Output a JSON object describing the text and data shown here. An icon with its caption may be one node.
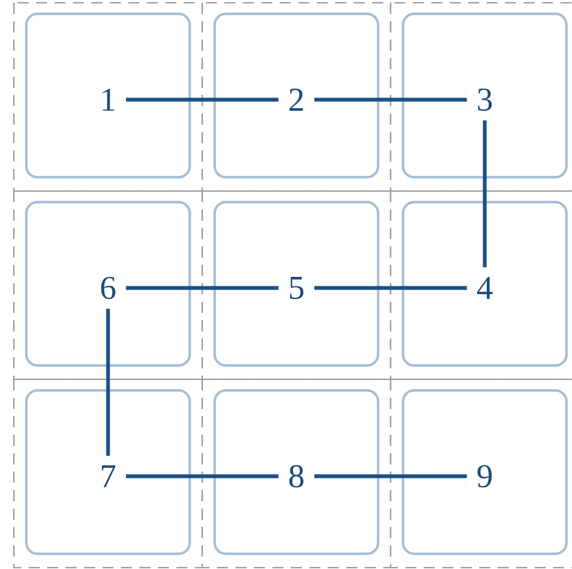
{
  "diagram": {
    "nodes": [
      {
        "text": [
          "1"
        ]
      },
      {
        "text": [
          "2"
        ]
      },
      {
        "text": [
          "3"
        ]
      },
      {
        "text": [
          "4"
        ]
      },
      {
        "text": [
          "5"
        ]
      },
      {
        "text": [
          "6"
        ]
      },
      {
        "text": [
          "7"
        ]
      },
      {
        "text": [
          "8"
        ]
      },
      {
        "text": [
          "9"
        ]
      }
    ],
    "edges": [
      {
        "from": 0,
        "to": 1,
        "arrow": "none"
      },
      {
        "from": 1,
        "to": 2,
        "arrow": "none"
      },
      {
        "from": 2,
        "to": 3,
        "arrow": "none"
      },
      {
        "from": 3,
        "to": 4,
        "arrow": "none"
      },
      {
        "from": 4,
        "to": 5,
        "arrow": "none"
      },
      {
        "from": 5,
        "to": 6,
        "arrow": "none"
      },
      {
        "from": 6,
        "to": 7,
        "arrow": "none"
      },
      {
        "from": 7,
        "to": 8,
        "arrow": "none"
      }
    ]
  }
}
